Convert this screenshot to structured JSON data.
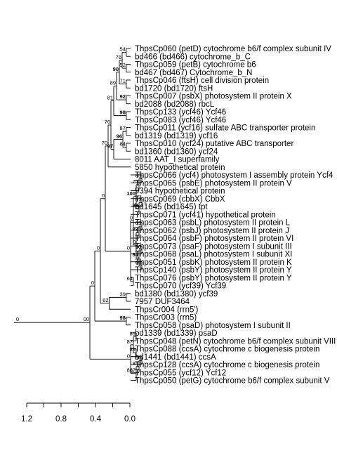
{
  "tips": [
    "ThpsCp060 (petD) cytochrome b6/f complex subunit IV",
    "bd466 (bd466) cytochrome_b_C",
    "ThpsCp059 (petB) cytochrome b6",
    "bd467 (bd467) Cytochrome_b_N",
    "ThpsCp046 (ftsH) cell division protein",
    "bd1720 (bd1720) ftsH",
    "ThpsCp007 (psbX) photosystem II protein X",
    "bd2088 (bd2088) rbcL",
    "ThpsCp133 (ycf46) Ycf46",
    "ThpsCp083 (ycf46) Ycf46",
    "ThpsCp011 (ycf16) sulfate ABC transporter protein",
    "bd1319 (bd1319) ycf16",
    "ThpsCp010 (ycf24) putative ABC transporter",
    "bd1360 (bd1360) ycf24",
    "8011 AAT_I superfamily",
    "5850 hypothetical protein",
    "ThpsCp066 (ycf4) photosystem I assembly protein Ycf4",
    "ThpsCp065 (psbE) photosystem II protein V",
    "9394 hypothetical protein",
    "ThpsCp069 (cbbX) CbbX",
    "bd1645 (bd1645) tpt",
    "ThpsCp071 (ycf41) hypothetical protein",
    "ThpsCp063 (psbL) photosystem II protein L",
    "ThpsCp062 (psbJ) photosystem II protein J",
    "ThpsCp064 (psbF) photosystem II protein VI",
    "ThpsCp073 (psaF) photosystem I subunit III",
    "ThpsCp068 (psaL) photosystem I subunit XI",
    "ThpsCp051 (psbK) photosystem II protein K",
    "ThpsCp140 (psbY) photosystem II protein Y",
    "ThpsCp076 (psbY) photosystem II protein Y",
    "ThpsCp070 (ycf39) Ycf39",
    "bd1380 (bd1380) ycf39",
    "7957 DUF3464",
    "ThpsCr004 (rrn5')",
    "ThpsCr003 (rrn5)",
    "ThpsCp058 (psaD) photosystem I subunit II",
    "bd1339 (bd1339) psaD",
    "ThpsCp048 (petN) cytochrome b6/f complex subunit VIII",
    "ThpsCp088 (ccsA) cytochrome c biogenesis protein",
    "bd1441 (bd1441) ccsA",
    "ThpsCp128 (ccsA) cytochrome c biogenesis protein",
    "ThpsCp055 (ycf12) Ycf12",
    "ThpsCp050 (petG) cytochrome b6/f complex subunit V"
  ],
  "tree": {
    "h": 0.0,
    "s": "0",
    "c": [
      {
        "h": 0.0,
        "s": "0",
        "c": [
          {
            "h": 0.0,
            "s": "0",
            "c": [
              {
                "h": 0.0,
                "s": "0",
                "c": [
                  {
                    "h": 0.0,
                    "s": "0",
                    "c": [
                      {
                        "h": 1.25,
                        "s": "0",
                        "c": [
                          {
                            "h": 0.38,
                            "s": "70",
                            "c": [
                              {
                                "h": 0.39,
                                "s": "76",
                                "c": [
                                  {
                                    "h": 0.38,
                                    "s": "81",
                                    "c": [
                                      {
                                        "h": 0.3,
                                        "s": "89",
                                        "c": [
                                          {
                                            "h": 0.21,
                                            "s": "90",
                                            "sb": true,
                                            "c": [
                                              {
                                                "h": 0.12,
                                                "s": "76",
                                                "c": [
                                                  {
                                                    "h": 0.05,
                                                    "s": "54",
                                                    "c": [
                                                      {
                                                        "t": 0
                                                      },
                                                      {
                                                        "t": 1
                                                      }
                                                    ]
                                                  },
                                                  {
                                                    "h": 0.05,
                                                    "s": "52",
                                                    "c": [
                                                      {
                                                        "t": 2
                                                      },
                                                      {
                                                        "t": 3
                                                      }
                                                    ]
                                                  }
                                                ]
                                              },
                                              {
                                                "h": 0.05,
                                                "s": "71",
                                                "c": [
                                                  {
                                                    "t": 4
                                                  },
                                                  {
                                                    "t": 5
                                                  }
                                                ]
                                              }
                                            ]
                                          },
                                          {
                                            "h": 0.05,
                                            "s": "92",
                                            "sb": true,
                                            "c": [
                                              {
                                                "t": 6
                                              },
                                              {
                                                "t": 7
                                              }
                                            ]
                                          }
                                        ]
                                      },
                                      {
                                        "h": 0.05,
                                        "s": "98",
                                        "sb": true,
                                        "c": [
                                          {
                                            "t": 8
                                          },
                                          {
                                            "t": 9
                                          }
                                        ]
                                      }
                                    ]
                                  },
                                  {
                                    "h": 0.2,
                                    "s": "97",
                                    "sb": true,
                                    "c": [
                                      {
                                        "h": 0.09,
                                        "s": "96",
                                        "sb": true,
                                        "c": [
                                          {
                                            "h": 0.05,
                                            "s": "87",
                                            "c": [
                                              {
                                                "t": 10
                                              },
                                              {
                                                "t": 11
                                              }
                                            ]
                                          },
                                          {
                                            "h": 0.05,
                                            "s": "84",
                                            "c": [
                                              {
                                                "t": 12
                                              },
                                              {
                                                "t": 13
                                              }
                                            ]
                                          }
                                        ]
                                      },
                                      {
                                        "t": 14
                                      }
                                    ]
                                  }
                                ]
                              },
                              {
                                "t": 15
                              }
                            ]
                          },
                          {
                            "h": 0.0,
                            "s": "0",
                            "c": [
                              {
                                "h": 0.0,
                                "s": "0",
                                "c": [
                                  {
                                    "h": 0.15,
                                    "s": "100",
                                    "sb": true,
                                    "c": [
                                      {
                                        "h": 0.05,
                                        "s": "75",
                                        "c": [
                                          {
                                            "h": 0.05,
                                            "s": "85",
                                            "c": [
                                              {
                                                "t": 16
                                              },
                                              {
                                                "t": 17
                                              }
                                            ]
                                          },
                                          {
                                            "t": 18
                                          }
                                        ]
                                      },
                                      {
                                        "h": 0.1,
                                        "s": "93",
                                        "sb": true,
                                        "c": [
                                          {
                                            "h": 0.05,
                                            "s": "67",
                                            "c": [
                                              {
                                                "t": 19
                                              },
                                              {
                                                "t": 20
                                              }
                                            ]
                                          },
                                          {
                                            "t": 21
                                          }
                                        ]
                                      }
                                    ]
                                  },
                                  {
                                    "h": 0.15,
                                    "s": "0",
                                    "c": [
                                      {
                                        "h": 0.05,
                                        "s": "92",
                                        "sb": true,
                                        "c": [
                                          {
                                            "h": 0.05,
                                            "s": "69",
                                            "c": [
                                              {
                                                "t": 22
                                              },
                                              {
                                                "t": 23
                                              }
                                            ]
                                          },
                                          {
                                            "t": 24
                                          }
                                        ]
                                      },
                                      {
                                        "h": 0.05,
                                        "s": "94",
                                        "sb": true,
                                        "c": [
                                          {
                                            "h": 0.05,
                                            "s": "90",
                                            "sb": true,
                                            "c": [
                                              {
                                                "t": 25
                                              },
                                              {
                                                "t": 26
                                              }
                                            ]
                                          },
                                          {
                                            "h": 0.05,
                                            "s": "99",
                                            "sb": true,
                                            "c": [
                                              {
                                                "t": 27
                                              },
                                              {
                                                "t": 28
                                              }
                                            ]
                                          }
                                        ]
                                      }
                                    ]
                                  }
                                ]
                              },
                              {
                                "h": 0.05,
                                "s": "64",
                                "c": [
                                  {
                                    "t": 29
                                  },
                                  {
                                    "t": 30
                                  }
                                ]
                              }
                            ]
                          }
                        ]
                      },
                      {
                        "h": 0.25,
                        "s": "62",
                        "c": [
                          {
                            "h": 0.05,
                            "s": "39",
                            "c": [
                              {
                                "t": 31
                              },
                              {
                                "t": 32
                              }
                            ]
                          },
                          {
                            "t": 33
                          }
                        ]
                      }
                    ]
                  },
                  {
                    "h": 0.05,
                    "s": "98",
                    "sb": true,
                    "c": [
                      {
                        "t": 34
                      },
                      {
                        "t": 35
                      }
                    ]
                  }
                ]
              },
              {
                "h": 0.0,
                "s": "0",
                "c": [
                  {
                    "h": 0.25,
                    "s": "87",
                    "c": [
                      {
                        "h": 0.05,
                        "s": "81",
                        "c": [
                          {
                            "t": 36
                          },
                          {
                            "t": 37
                          }
                        ]
                      },
                      {
                        "h": 0.05,
                        "s": "89",
                        "c": [
                          {
                            "t": 38
                          },
                          {
                            "t": 39
                          }
                        ]
                      }
                    ]
                  },
                  {
                    "h": 0.4,
                    "s": "88",
                    "c": [
                      {
                        "h": 0.25,
                        "s": "87",
                        "c": [
                          {
                            "h": 0.05,
                            "s": "84",
                            "c": [
                              {
                                "h": 0.05,
                                "s": "86",
                                "c": [
                                  {
                                    "t": 39
                                  },
                                  {
                                    "t": 40
                                  }
                                ]
                              },
                              {
                                "t": 41
                              }
                            ]
                          },
                          {
                            "t": 42
                          }
                        ]
                      }
                    ]
                  }
                ]
              }
            ]
          }
        ]
      }
    ]
  },
  "axis": {
    "tick_labels": [
      "1.2",
      "0.8",
      "0.4",
      "0.0"
    ],
    "max": 1.2
  }
}
